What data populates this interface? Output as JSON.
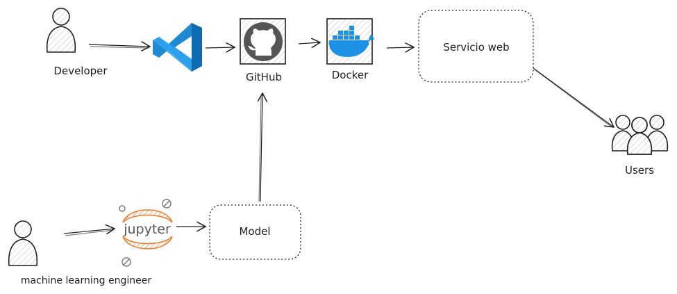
{
  "nodes": {
    "developer": {
      "label": "Developer",
      "icon": "person-icon"
    },
    "vscode": {
      "icon": "vscode-icon",
      "color": "#1f8ad2"
    },
    "github": {
      "label": "GitHub",
      "icon": "github-icon"
    },
    "docker": {
      "label": "Docker",
      "icon": "docker-icon",
      "color": "#1d91e6"
    },
    "web_service": {
      "label": "Servicio web"
    },
    "users": {
      "label": "Users",
      "icon": "users-group-icon"
    },
    "ml_engineer": {
      "label": "machine learning engineer",
      "icon": "person-icon"
    },
    "jupyter": {
      "label": "jupyter",
      "icon": "jupyter-icon",
      "color": "#f37726"
    },
    "model": {
      "label": "Model"
    }
  },
  "edges": [
    {
      "from": "developer",
      "to": "vscode"
    },
    {
      "from": "vscode",
      "to": "github"
    },
    {
      "from": "github",
      "to": "docker"
    },
    {
      "from": "docker",
      "to": "web_service"
    },
    {
      "from": "web_service",
      "to": "users"
    },
    {
      "from": "ml_engineer",
      "to": "jupyter"
    },
    {
      "from": "jupyter",
      "to": "model"
    },
    {
      "from": "model",
      "to": "github"
    }
  ]
}
